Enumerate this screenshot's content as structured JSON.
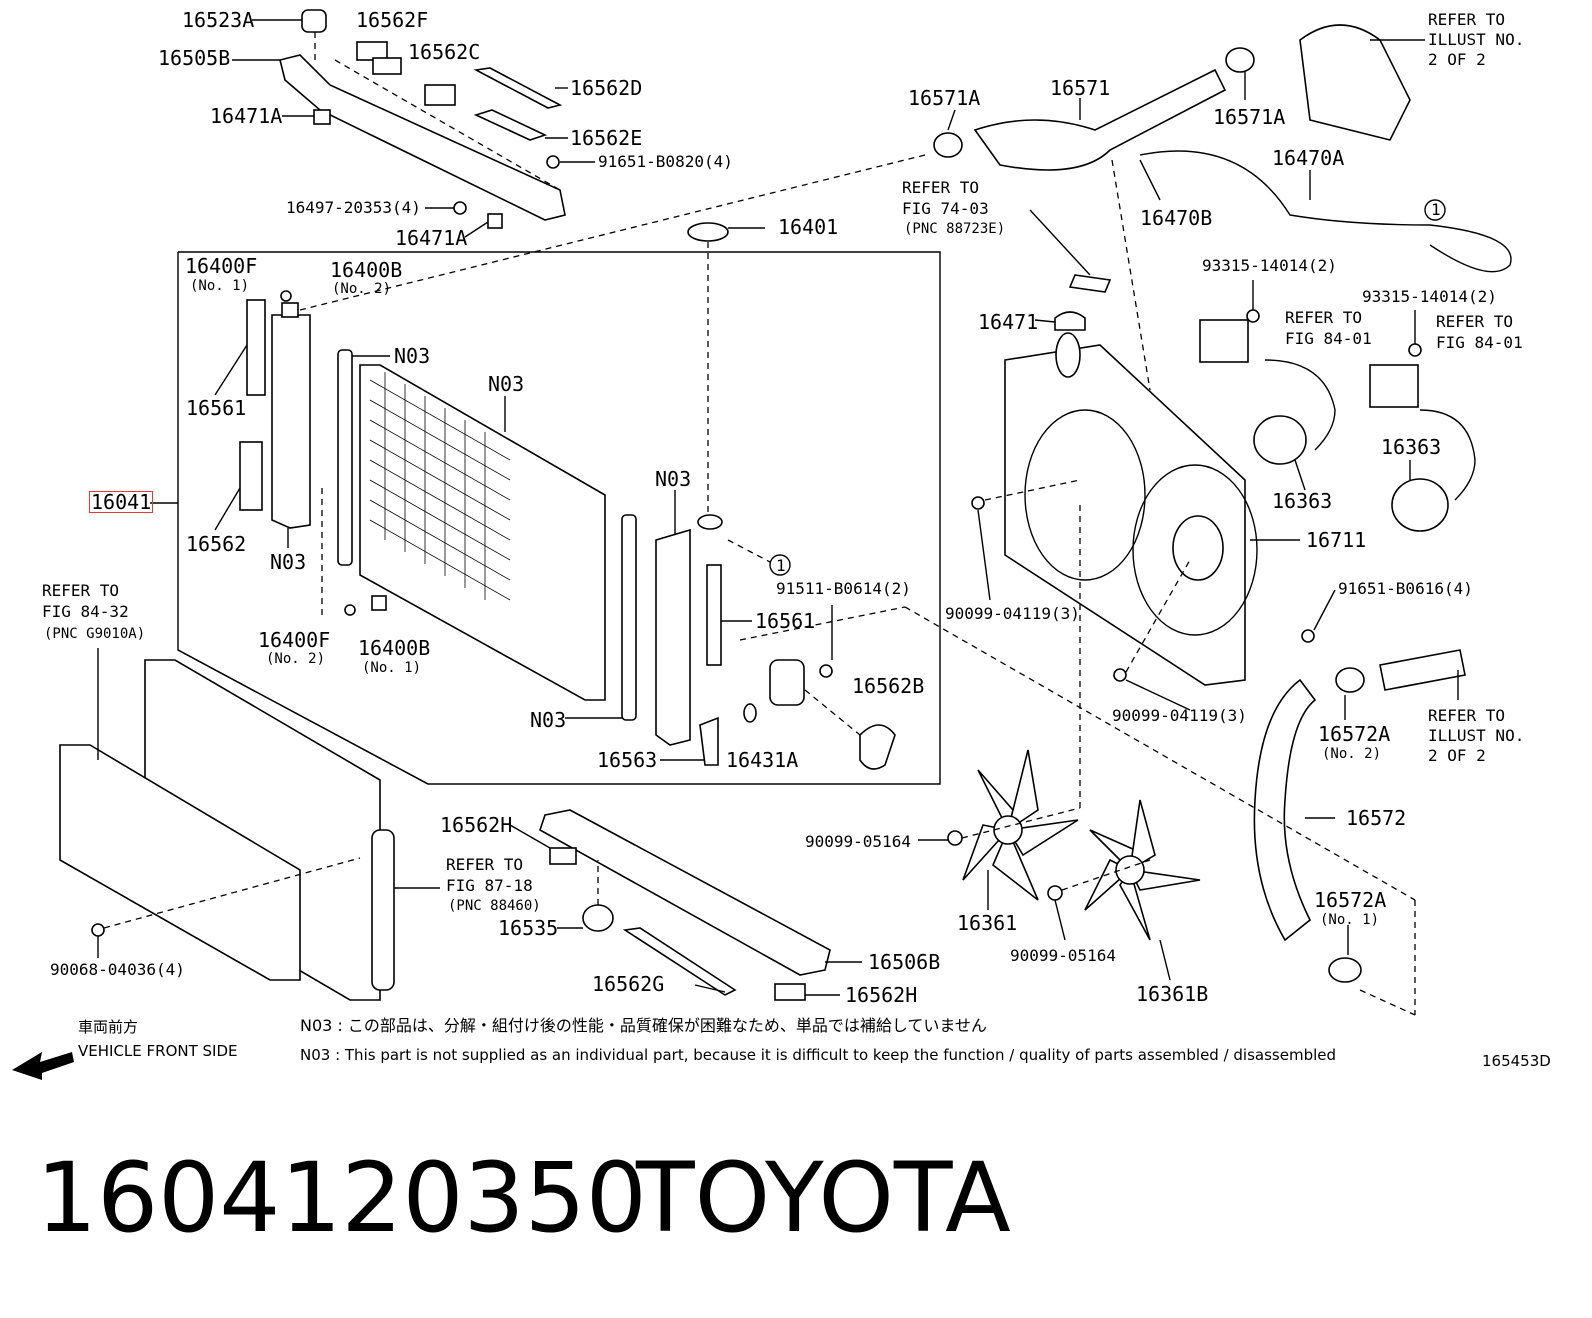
{
  "labels": {
    "p16523A": "16523A",
    "p16505B": "16505B",
    "p16562F": "16562F",
    "p16562C": "16562C",
    "p16562D": "16562D",
    "p16471A_1": "16471A",
    "p16562E": "16562E",
    "p91651_B0820": "91651-B0820(4)",
    "p16497": "16497-20353(4)",
    "p16471A_2": "16471A",
    "p16401": "16401",
    "p16400F_1": "16400F",
    "p16400F_1_no": "(No. 1)",
    "p16400B_1": "16400B",
    "p16400B_1_no": "(No. 2)",
    "p16561_1": "16561",
    "p16041": "16041",
    "p16562": "16562",
    "n03_1": "N03",
    "n03_2": "N03",
    "n03_3": "N03",
    "n03_4": "N03",
    "n03_5": "N03",
    "p16400F_2": "16400F",
    "p16400F_2_no": "(No. 2)",
    "p16400B_2": "16400B",
    "p16400B_2_no": "(No. 1)",
    "p16561_2": "16561",
    "p91511": "91511-B0614(2)",
    "circle1_a": "1",
    "p16562B": "16562B",
    "p16563": "16563",
    "p16431A": "16431A",
    "refer_84_32_a": "REFER TO",
    "refer_84_32_b": "FIG 84-32",
    "refer_84_32_c": "(PNC G9010A)",
    "p16571A_1": "16571A",
    "p16571": "16571",
    "p16571A_2": "16571A",
    "refer_illust_1a": "REFER TO",
    "refer_illust_1b": "ILLUST NO.",
    "refer_illust_1c": "2 OF 2",
    "p16470A": "16470A",
    "p16470B": "16470B",
    "circle1_b": "1",
    "refer_74_03_a": "REFER TO",
    "refer_74_03_b": "FIG 74-03",
    "refer_74_03_c": "(PNC 88723E)",
    "p93315_1": "93315-14014(2)",
    "refer_84_01_1a": "REFER TO",
    "refer_84_01_1b": "FIG 84-01",
    "p93315_2": "93315-14014(2)",
    "refer_84_01_2a": "REFER TO",
    "refer_84_01_2b": "FIG 84-01",
    "p16471": "16471",
    "p16363_1": "16363",
    "p16363_2": "16363",
    "p16711": "16711",
    "p90099_04119_1": "90099-04119(3)",
    "p90099_04119_2": "90099-04119(3)",
    "p91651_B0616": "91651-B0616(4)",
    "p16572A_1": "16572A",
    "p16572A_1_no": "(No. 2)",
    "refer_illust_2a": "REFER TO",
    "refer_illust_2b": "ILLUST NO.",
    "refer_illust_2c": "2 OF 2",
    "p16572": "16572",
    "p16572A_2": "16572A",
    "p16572A_2_no": "(No. 1)",
    "p90099_05164_1": "90099-05164",
    "p90099_05164_2": "90099-05164",
    "p16361": "16361",
    "p16361B": "16361B",
    "p16562H_1": "16562H",
    "refer_87_18_a": "REFER TO",
    "refer_87_18_b": "FIG 87-18",
    "refer_87_18_c": "(PNC 88460)",
    "p16535": "16535",
    "p16506B": "16506B",
    "p16562G": "16562G",
    "p16562H_2": "16562H",
    "p90068": "90068-04036(4)"
  },
  "notes": {
    "front_jp": "車両前方",
    "front_en": "VEHICLE FRONT SIDE",
    "n03_jp": "N03 : この部品は、分解・組付け後の性能・品質確保が困難なため、単品では補給していません",
    "n03_en": "N03 : This part is not supplied as an individual part, because it is difficult to keep the function / quality of parts assembled / disassembled",
    "figure_id": "165453D"
  },
  "footer": {
    "part_number": "1604120350",
    "brand": "TOYOTA"
  },
  "colors": {
    "line": "#000000",
    "highlight": "#e53935",
    "background": "#ffffff"
  }
}
